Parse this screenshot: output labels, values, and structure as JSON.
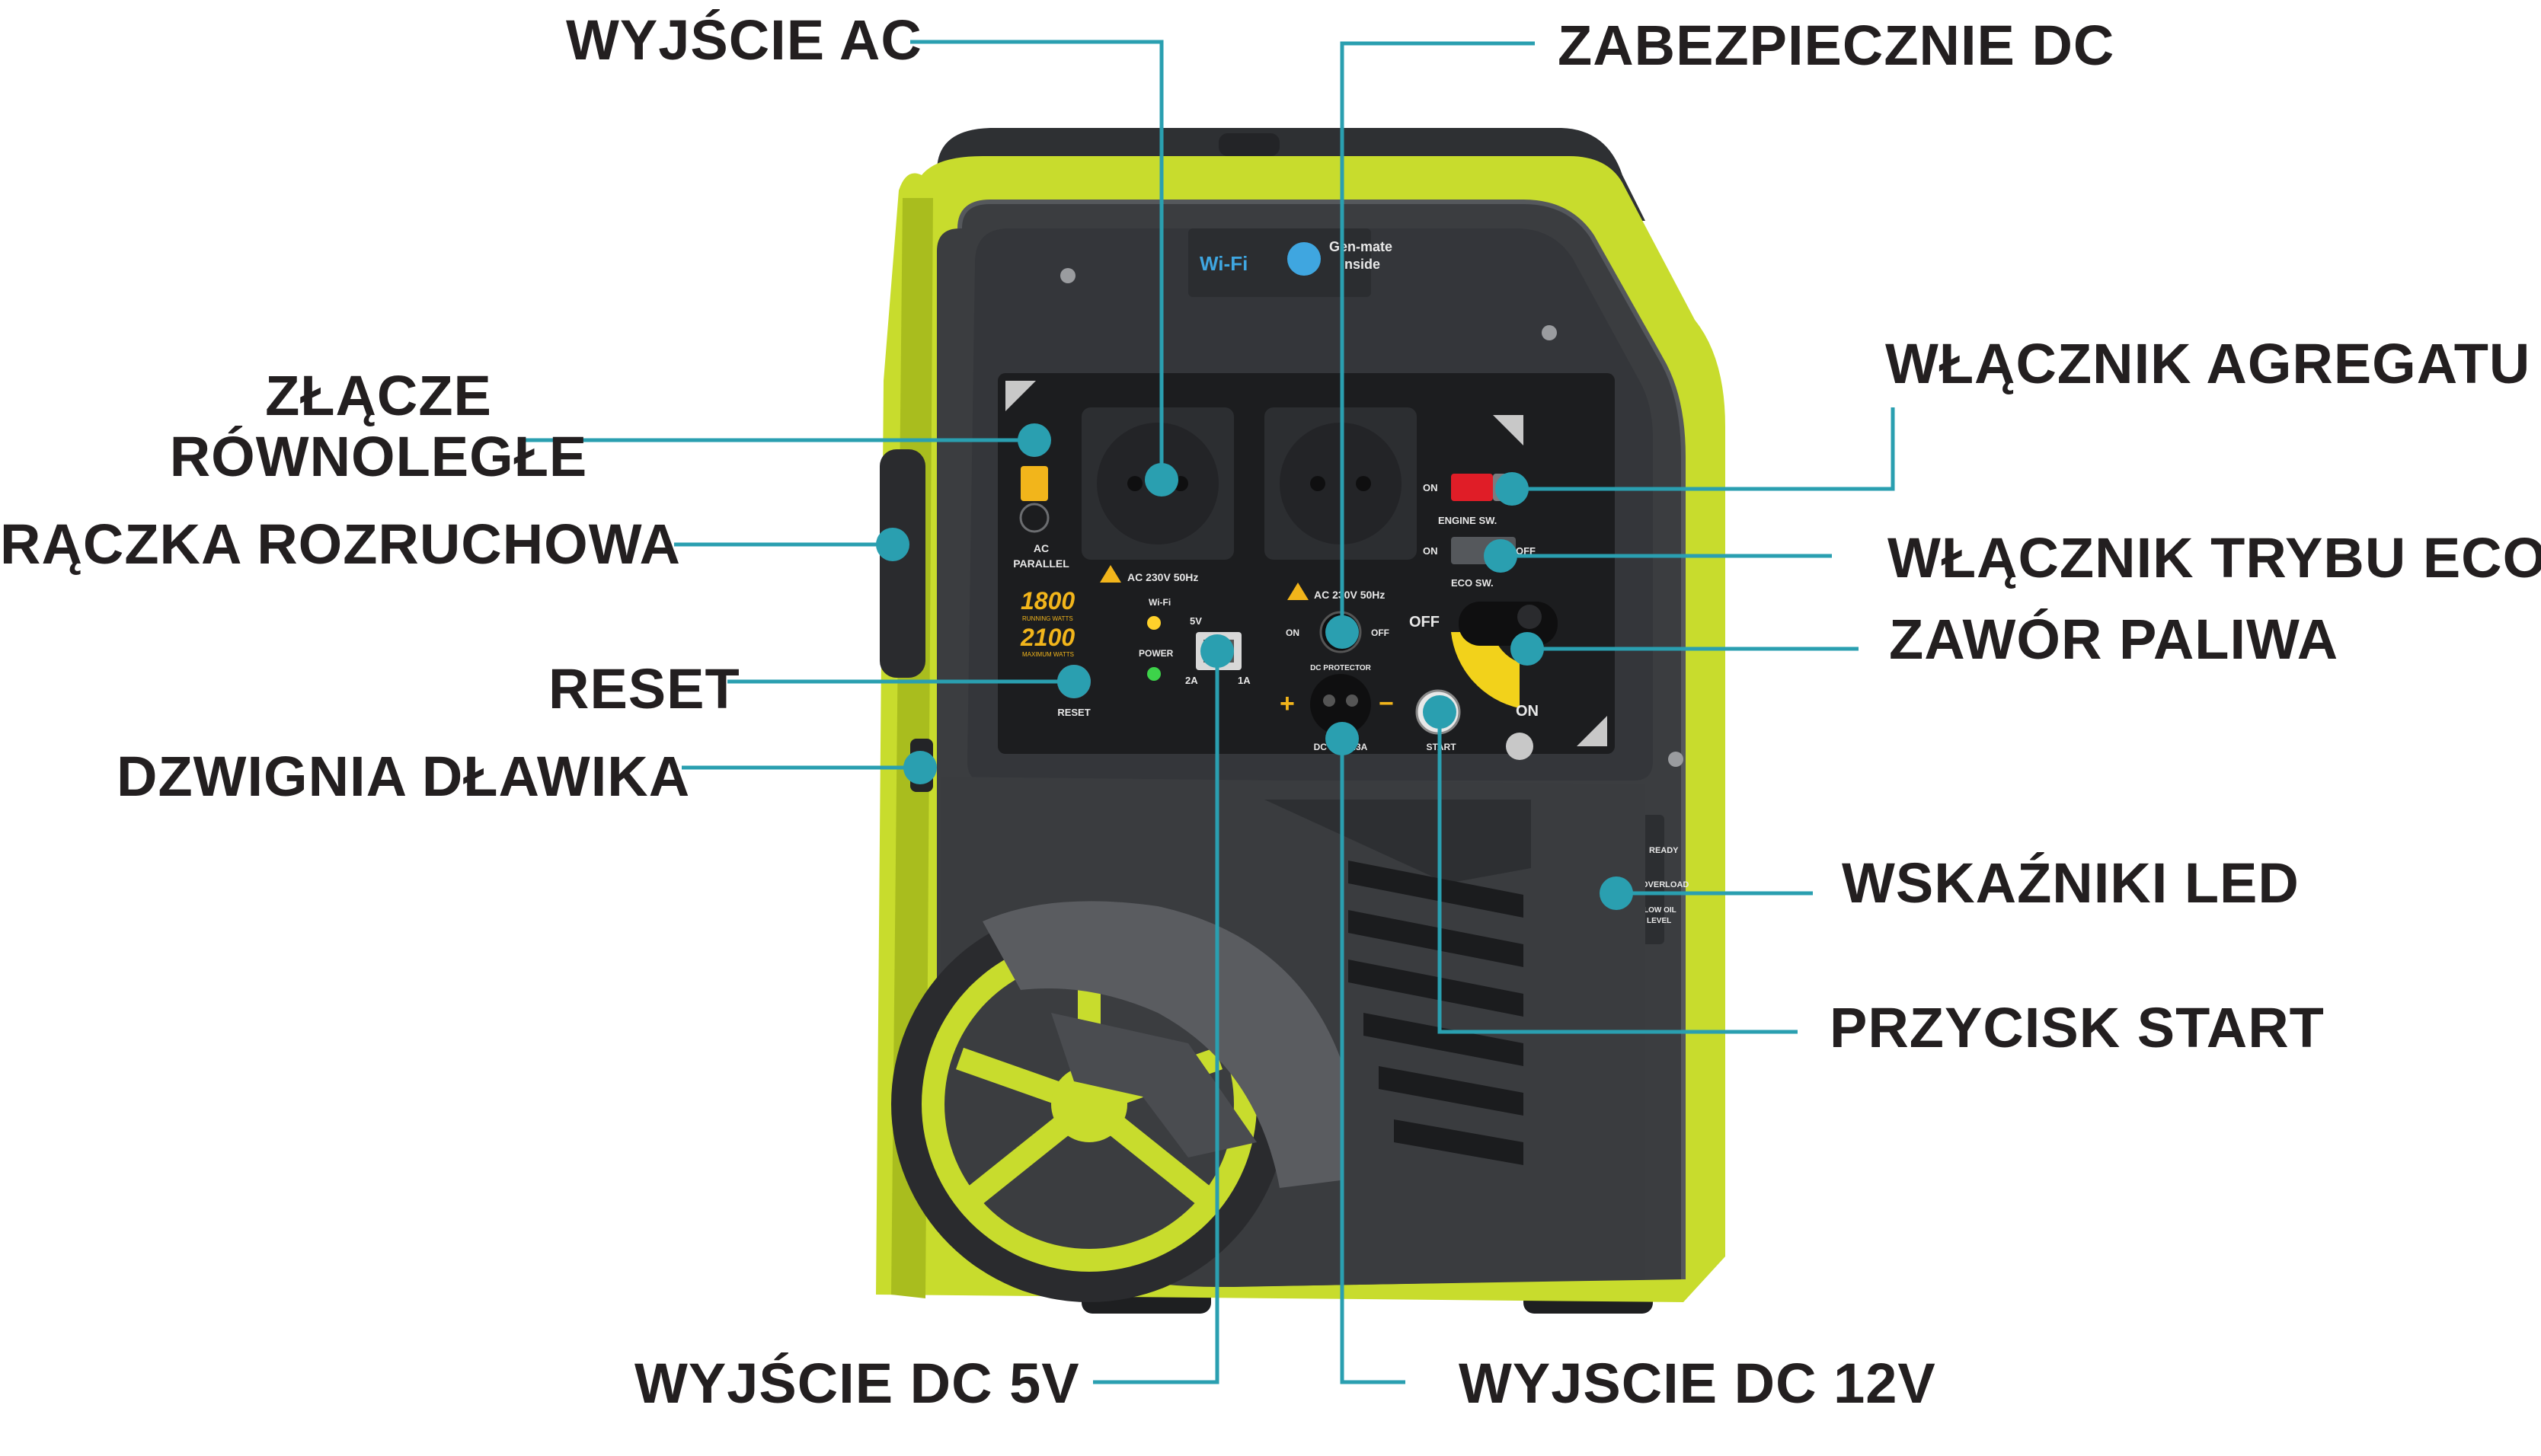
{
  "callouts": {
    "ac_output": "WYJŚCIE AC",
    "dc_protection": "ZABEZPIECZNIE DC",
    "parallel_connector_line1": "ZŁĄCZE",
    "parallel_connector_line2": "RÓWNOLEGŁE",
    "starter_handle": "RĄCZKA ROZRUCHOWA",
    "reset": "RESET",
    "choke_lever": "DZWIGNIA DŁAWIKA",
    "engine_switch": "WŁĄCZNIK AGREGATU",
    "eco_switch": "WŁĄCZNIK TRYBU ECO",
    "fuel_valve": "ZAWÓR  PALIWA",
    "led_indicators": "WSKAŹNIKI LED",
    "start_button": "PRZYCISK START",
    "dc_5v_output": "WYJŚCIE DC 5V",
    "dc_12v_output": "WYJSCIE DC 12V"
  },
  "panel": {
    "wifi": "Wi-Fi",
    "genmate_line1": "Gen-mate",
    "genmate_line2": "inside",
    "ac_parallel_line1": "AC",
    "ac_parallel_line2": "PARALLEL",
    "ac_rating_left": "AC 230V 50Hz",
    "ac_rating_right": "AC 230V 50Hz",
    "watts_running": "1800",
    "watts_running_label": "RUNNING WATTS",
    "watts_max": "2100",
    "watts_max_label": "MAXIMUM WATTS",
    "wifi_small": "Wi-Fi",
    "power": "POWER",
    "reset_small": "RESET",
    "usb_5v": "5V",
    "usb_2a": "2A",
    "usb_1a": "1A",
    "dc_on": "ON",
    "dc_off": "OFF",
    "dc_protector": "DC PROTECTOR",
    "dc_label": "DC 12V 8.3A",
    "start_small": "START",
    "engine_on": "ON",
    "engine_sw": "ENGINE SW.",
    "eco_on": "ON",
    "eco_off": "OFF",
    "eco_sw": "ECO SW.",
    "fuel_off": "OFF",
    "fuel_on": "ON",
    "led_ready": "READY",
    "led_overload": "OVERLOAD",
    "led_low_oil_line1": "LOW OIL",
    "led_low_oil_line2": "LEVEL"
  },
  "colors": {
    "accent_green": "#c8dc2d",
    "body_dark": "#3b3d40",
    "leader_teal": "#2a9fb0",
    "label_dark": "#231f20"
  }
}
